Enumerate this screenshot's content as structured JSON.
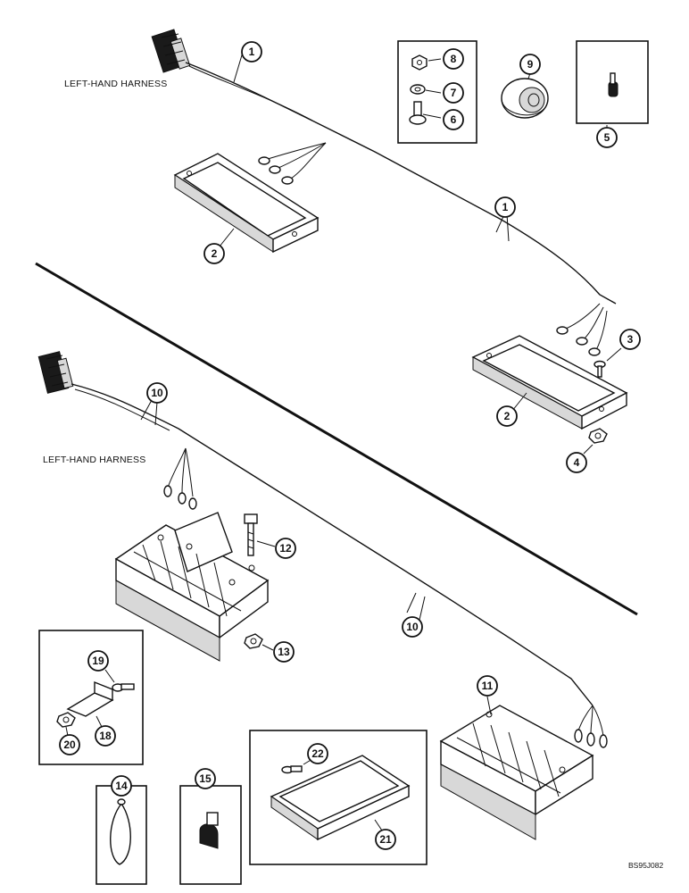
{
  "labels": {
    "upper_harness": "LEFT-HAND HARNESS",
    "lower_harness": "LEFT-HAND HARNESS",
    "drawing_code": "BS95J082"
  },
  "callouts": {
    "c1a": "1",
    "c1b": "1",
    "c2a": "2",
    "c2b": "2",
    "c3": "3",
    "c4": "4",
    "c5": "5",
    "c6": "6",
    "c7": "7",
    "c8": "8",
    "c9": "9",
    "c10a": "10",
    "c10b": "10",
    "c11": "11",
    "c12": "12",
    "c13": "13",
    "c14": "14",
    "c15": "15",
    "c18": "18",
    "c19": "19",
    "c20": "20",
    "c21": "21",
    "c22": "22"
  }
}
